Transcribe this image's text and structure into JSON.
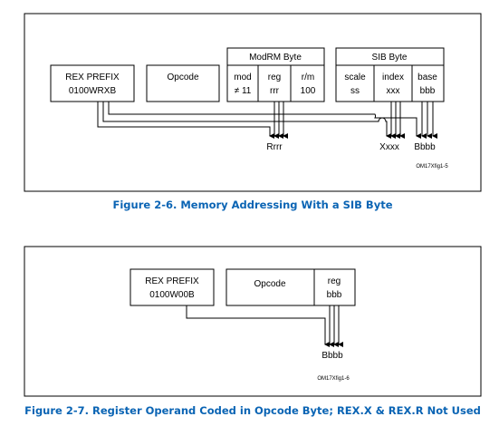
{
  "figure1": {
    "rex": {
      "title": "REX PREFIX",
      "bits": "0100WRXB"
    },
    "opcode": "Opcode",
    "modrm": {
      "title": "ModRM Byte",
      "mod": {
        "label": "mod",
        "value": "≠ 11"
      },
      "reg": {
        "label": "reg",
        "value": "rrr"
      },
      "rm": {
        "label": "r/m",
        "value": "100"
      }
    },
    "sib": {
      "title": "SIB Byte",
      "scale": {
        "label": "scale",
        "value": "ss"
      },
      "index": {
        "label": "index",
        "value": "xxx"
      },
      "base": {
        "label": "base",
        "value": "bbb"
      }
    },
    "outputs": {
      "reg": "Rrrr",
      "index": "Xxxx",
      "base": "Bbbb"
    },
    "id": "OM17Xfig1-5",
    "caption": "Figure 2-6.  Memory Addressing With a SIB Byte"
  },
  "figure2": {
    "rex": {
      "title": "REX PREFIX",
      "bits": "0100W00B"
    },
    "opcode": "Opcode",
    "reg": {
      "label": "reg",
      "value": "bbb"
    },
    "output": "Bbbb",
    "id": "OM17Xfig1-6",
    "caption": "Figure 2-7.  Register Operand Coded in Opcode Byte; REX.X & REX.R Not Used"
  },
  "colors": {
    "caption": "#0a64b4",
    "stroke": "#000000"
  }
}
